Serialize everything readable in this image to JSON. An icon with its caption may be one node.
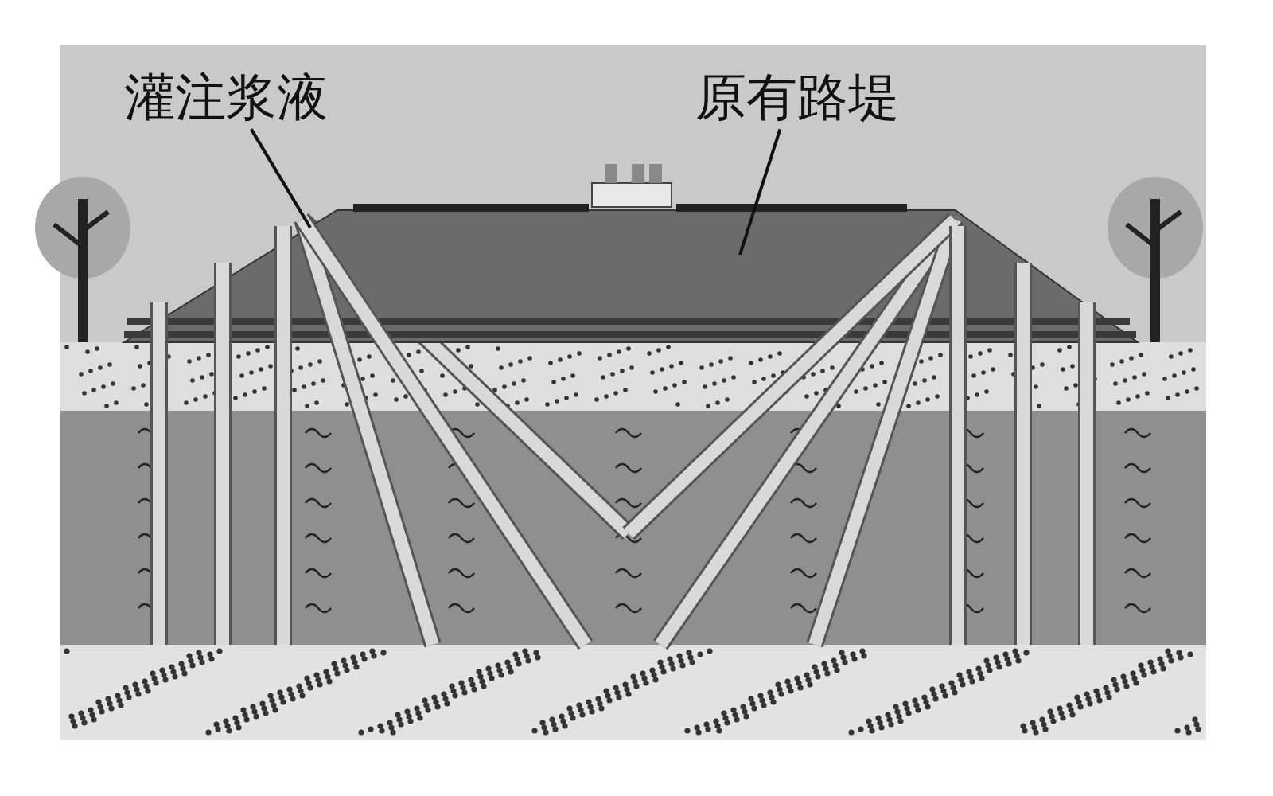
{
  "diagram": {
    "nodes": [
      {
        "text": [
          "灌注浆液"
        ]
      },
      {
        "text": [],
        "shape": "bar"
      },
      {
        "text": [
          "原有路堤"
        ]
      },
      {
        "text": [],
        "shape": "trapezoid"
      }
    ],
    "edges": [
      {
        "from": 0,
        "to": 1,
        "arrow": "none"
      },
      {
        "from": 2,
        "to": 3,
        "arrow": "none"
      }
    ]
  }
}
